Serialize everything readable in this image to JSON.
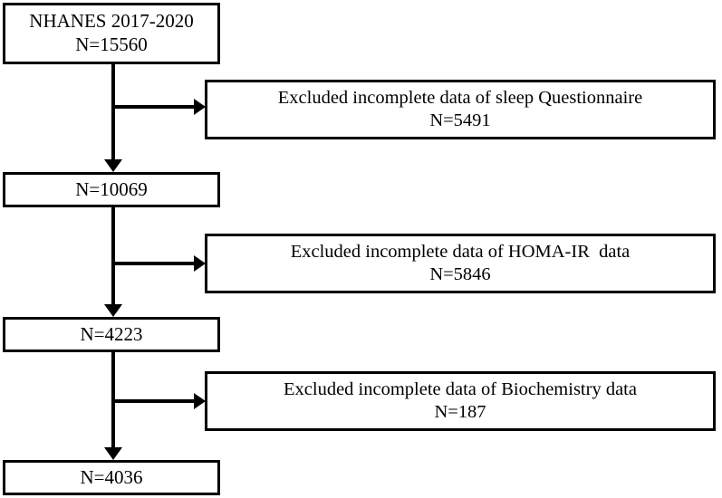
{
  "figure": {
    "type": "flowchart",
    "orientation": "top-to-bottom",
    "background_color": "#ffffff",
    "line_color": "#000000"
  },
  "nodes": {
    "start": {
      "line_1": "NHANES 2017-2020",
      "line_2": "N=15560"
    },
    "step_1": {
      "line_1": "N=10069"
    },
    "step_2": {
      "line_1": "N=4223"
    },
    "final": {
      "line_1": "N=4036"
    },
    "exclusion_1": {
      "line_1": "Excluded incomplete data of sleep Questionnaire",
      "line_2": "N=5491"
    },
    "exclusion_2": {
      "line_1": "Excluded incomplete data of HOMA-IR  data",
      "line_2": "N=5846"
    },
    "exclusion_3": {
      "line_1": "Excluded incomplete data of Biochemistry data",
      "line_2": "N=187"
    }
  },
  "chart_data": {
    "type": "flowchart",
    "title": "",
    "steps": [
      {
        "label": "NHANES 2017-2020",
        "n": 15560
      },
      {
        "label": "Excluded incomplete data of sleep Questionnaire",
        "n": 5491,
        "kind": "exclusion"
      },
      {
        "label": "",
        "n": 10069
      },
      {
        "label": "Excluded incomplete data of HOMA-IR  data",
        "n": 5846,
        "kind": "exclusion"
      },
      {
        "label": "",
        "n": 4223
      },
      {
        "label": "Excluded incomplete data of Biochemistry data",
        "n": 187,
        "kind": "exclusion"
      },
      {
        "label": "",
        "n": 4036
      }
    ]
  }
}
